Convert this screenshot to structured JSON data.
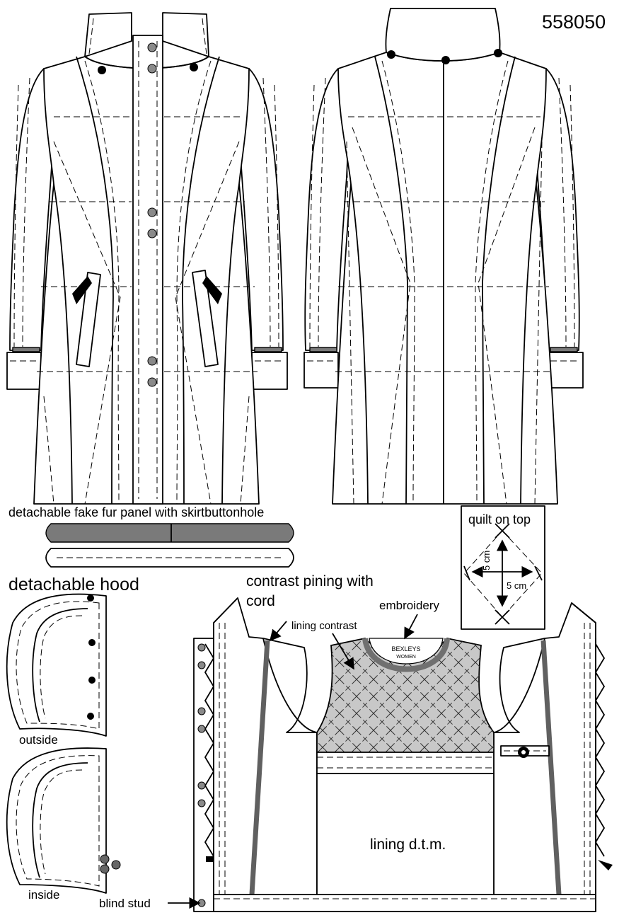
{
  "style_number": "558050",
  "labels": {
    "fur_panel": "detachable fake fur panel with skirtbuttonhole",
    "hood": "detachable hood",
    "hood_outside": "outside",
    "hood_inside": "inside",
    "quilt_title": "quilt on top",
    "quilt_v": "5 cm",
    "quilt_h": "5 cm",
    "contrast_piping": "contrast pining with cord",
    "embroidery": "embroidery",
    "lining_contrast": "lining contrast",
    "lining_dtm": "lining d.t.m.",
    "blind_stud": "blind stud",
    "brand_main": "BEXLEYS",
    "brand_sub": "WOMEN"
  },
  "colors": {
    "outline": "#000000",
    "fill": "#ffffff",
    "contrast_grey": "#7a7a7a",
    "lining_grey": "#c8c8c8",
    "button_grey": "#8a8a8a"
  }
}
